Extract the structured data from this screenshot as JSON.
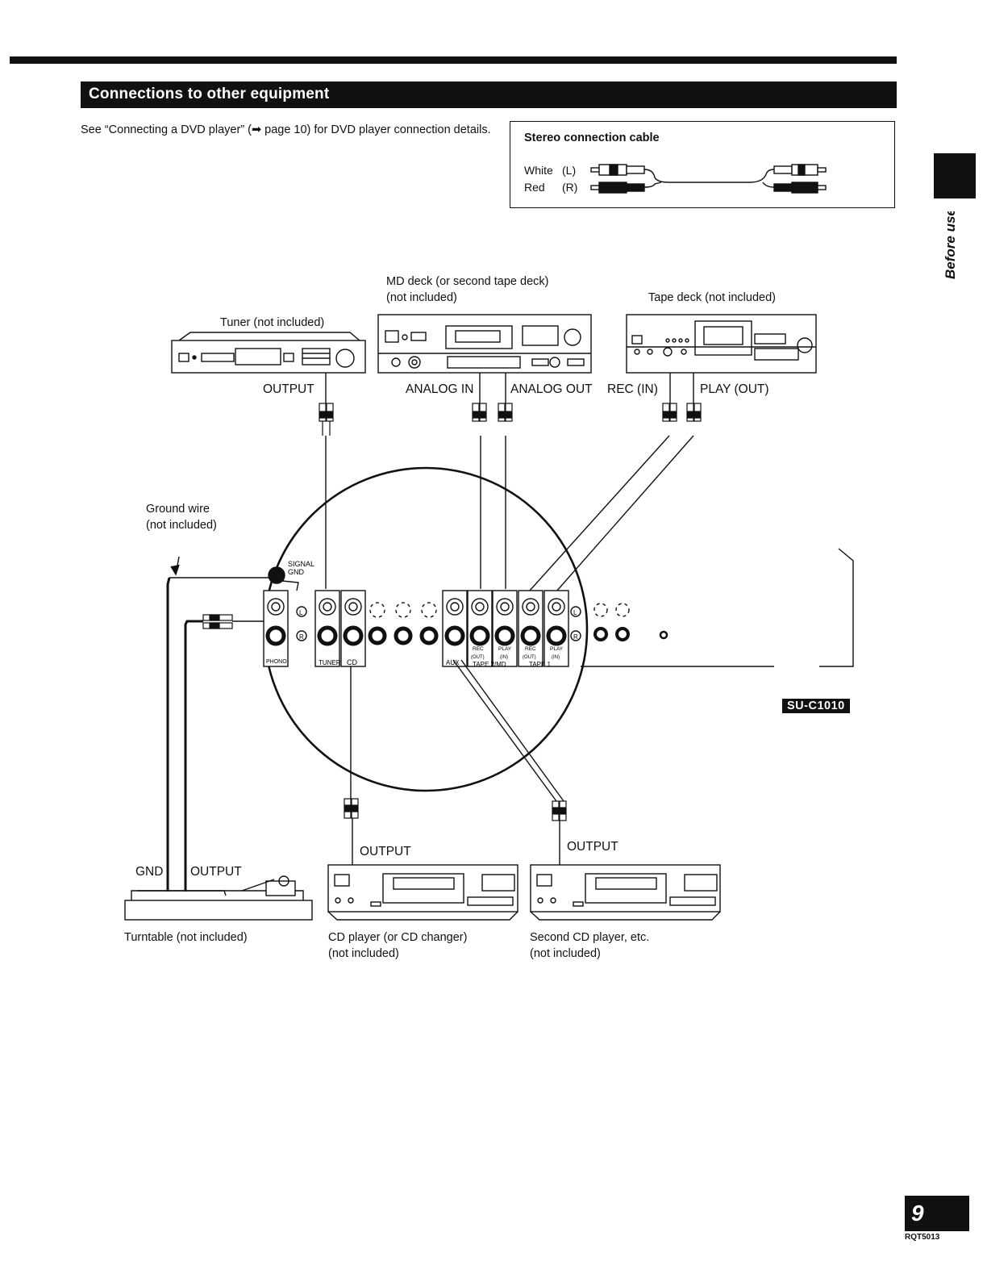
{
  "section": {
    "title": "Connections to other equipment"
  },
  "intro": {
    "text": "See “Connecting a DVD player” (➡ page 10) for DVD player connection details."
  },
  "cable_box": {
    "title": "Stereo connection cable",
    "white_label": "White",
    "white_channel": "(L)",
    "red_label": "Red",
    "red_channel": "(R)"
  },
  "side_tab": {
    "label": "Before use"
  },
  "devices": {
    "md_deck_line1": "MD deck (or second tape deck)",
    "md_deck_line2": "(not included)",
    "tape_deck": "Tape deck (not included)",
    "tuner": "Tuner (not included)",
    "turntable": "Turntable (not included)",
    "cd_player_line1": "CD player (or CD changer)",
    "cd_player_line2": "(not included)",
    "second_cd_line1": "Second CD player, etc.",
    "second_cd_line2": "(not included)",
    "ground_wire_line1": "Ground wire",
    "ground_wire_line2": "(not included)"
  },
  "ports": {
    "tuner_output": "OUTPUT",
    "analog_in": "ANALOG IN",
    "analog_out": "ANALOG OUT",
    "rec_in": "REC (IN)",
    "play_out": "PLAY (OUT)",
    "cd_output": "OUTPUT",
    "second_cd_output": "OUTPUT",
    "gnd": "GND",
    "turntable_output": "OUTPUT"
  },
  "panel": {
    "signal": "SIGNAL",
    "gnd": "GND",
    "left_mark": "L",
    "right_mark": "R",
    "phono": "PHONO",
    "tuner": "TUNER",
    "cd": "CD",
    "aux": "AUX",
    "rec": "REC",
    "play": "PLAY",
    "out": "(OUT)",
    "in": "(IN)",
    "tape2md": "TAPE 2/MD",
    "tape1": "TAPE 1"
  },
  "model": "SU-C1010",
  "page_number": "9",
  "doc_code": "RQT5013"
}
